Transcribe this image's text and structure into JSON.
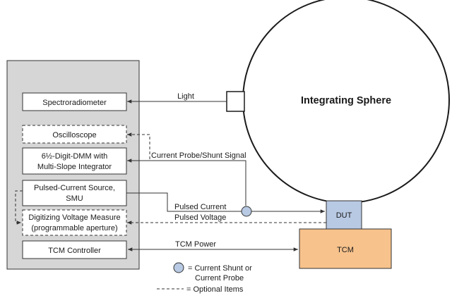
{
  "colors": {
    "rack_fill": "#d6d6d6",
    "dut_fill": "#b8c9e3",
    "tcm_fill": "#f7c28c",
    "shunt_fill": "#b8c9e3",
    "line": "#333333"
  },
  "sphere": {
    "label": "Integrating Sphere"
  },
  "instruments": {
    "spectroradiometer": "Spectroradiometer",
    "oscilloscope": "Oscilloscope",
    "dmm_line1": "6½-Digit-DMM with",
    "dmm_line2": "Multi-Slope Integrator",
    "source_line1": "Pulsed-Current Source,",
    "source_line2": "SMU",
    "digitizer_line1": "Digitizing Voltage Measure",
    "digitizer_line2": "(programmable aperture)",
    "tcm_controller": "TCM Controller"
  },
  "devices": {
    "dut": "DUT",
    "tcm": "TCM"
  },
  "connections": {
    "light": "Light",
    "probe_signal": "Current Probe/Shunt Signal",
    "pulsed_current": "Pulsed Current",
    "pulsed_voltage": "Pulsed Voltage",
    "tcm_power": "TCM Power"
  },
  "legend": {
    "shunt_line1": "= Current Shunt or",
    "shunt_line2": "Current Probe",
    "optional": "= Optional Items"
  }
}
